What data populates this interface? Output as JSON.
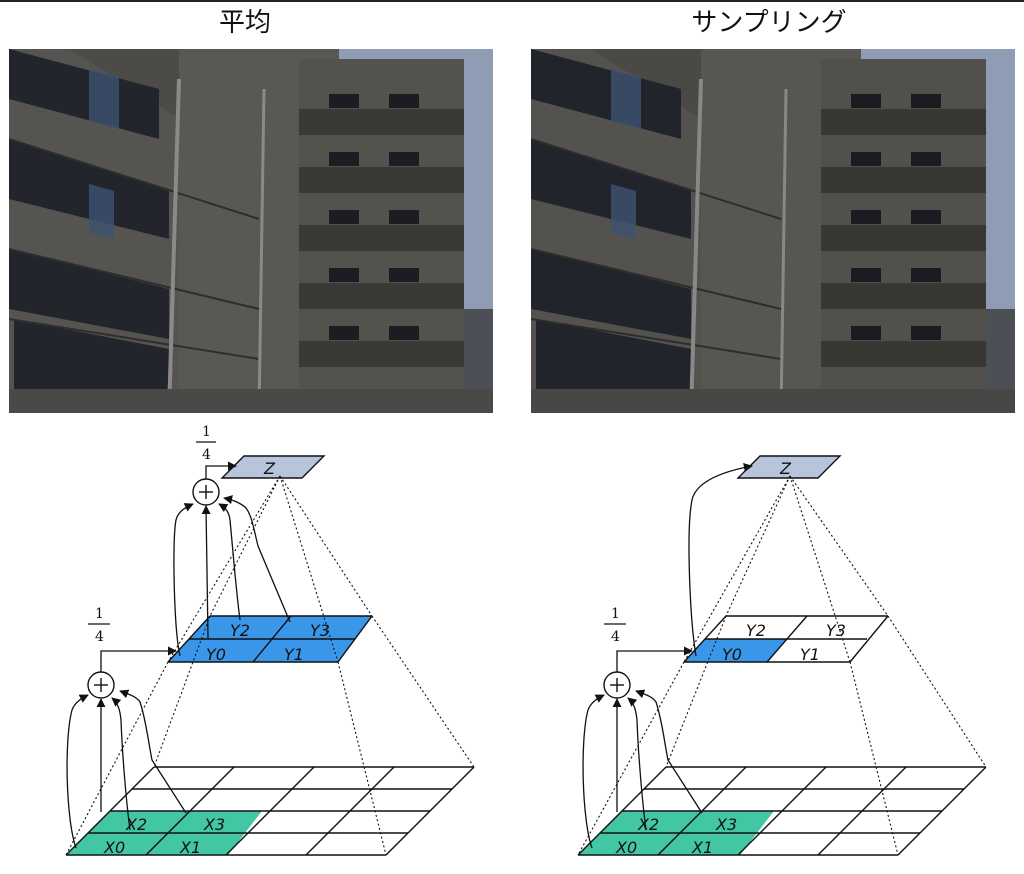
{
  "panels": {
    "left": {
      "title": "平均",
      "scale_factor": {
        "numerator": "1",
        "denominator": "4"
      },
      "level0_cells": [
        "X0",
        "X1",
        "X2",
        "X3"
      ],
      "level1_cells": [
        "Y0",
        "Y1",
        "Y2",
        "Y3"
      ],
      "level2_cell": "Z"
    },
    "right": {
      "title": "サンプリング",
      "scale_factor": {
        "numerator": "1",
        "denominator": "4"
      },
      "level0_cells": [
        "X0",
        "X1",
        "X2",
        "X3"
      ],
      "level1_cells": [
        "Y0",
        "Y1",
        "Y2",
        "Y3"
      ],
      "level2_cell": "Z"
    }
  },
  "colors": {
    "level0_highlight": "#43c6a3",
    "level1_highlight": "#3a96e8",
    "top_cell": "#b8c4dc",
    "sky": "#8f9cb3",
    "building": "#5a5854"
  }
}
